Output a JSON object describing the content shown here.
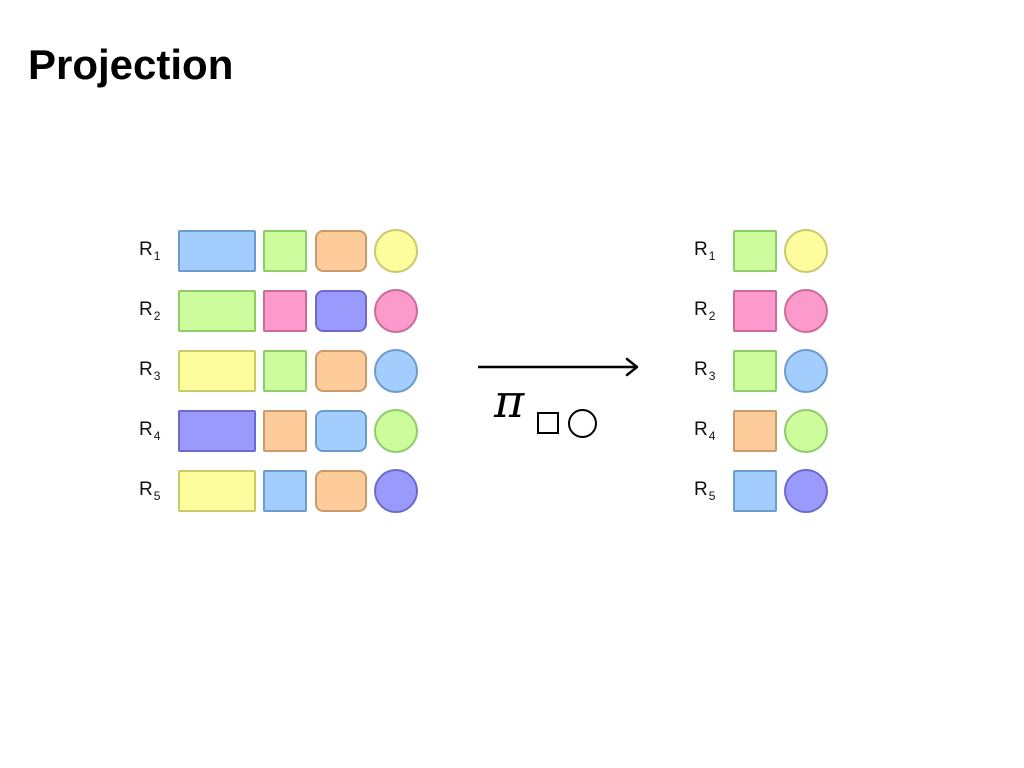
{
  "title": "Projection",
  "colors": {
    "blue": {
      "fill": "#a3cdfc",
      "border": "#6c9bcc"
    },
    "green": {
      "fill": "#ccfc9c",
      "border": "#8fca6b"
    },
    "orange": {
      "fill": "#fdcc9a",
      "border": "#c99a6c"
    },
    "yellow": {
      "fill": "#fdfd9e",
      "border": "#c9c96b"
    },
    "pink": {
      "fill": "#fd9acc",
      "border": "#cc6b9a"
    },
    "purple": {
      "fill": "#9a9afd",
      "border": "#6c6bcc"
    }
  },
  "input_relation": {
    "rows": [
      {
        "label": "R",
        "sub": "1",
        "cells": [
          "blue",
          "green",
          "orange",
          "yellow"
        ]
      },
      {
        "label": "R",
        "sub": "2",
        "cells": [
          "green",
          "pink",
          "purple",
          "pink"
        ]
      },
      {
        "label": "R",
        "sub": "3",
        "cells": [
          "yellow",
          "green",
          "orange",
          "blue"
        ]
      },
      {
        "label": "R",
        "sub": "4",
        "cells": [
          "purple",
          "orange",
          "blue",
          "green"
        ]
      },
      {
        "label": "R",
        "sub": "5",
        "cells": [
          "yellow",
          "blue",
          "orange",
          "purple"
        ]
      }
    ]
  },
  "output_relation": {
    "rows": [
      {
        "label": "R",
        "sub": "1",
        "cells": [
          "green",
          "yellow"
        ]
      },
      {
        "label": "R",
        "sub": "2",
        "cells": [
          "pink",
          "pink"
        ]
      },
      {
        "label": "R",
        "sub": "3",
        "cells": [
          "green",
          "blue"
        ]
      },
      {
        "label": "R",
        "sub": "4",
        "cells": [
          "orange",
          "green"
        ]
      },
      {
        "label": "R",
        "sub": "5",
        "cells": [
          "blue",
          "purple"
        ]
      }
    ]
  },
  "operator": {
    "symbol": "π",
    "subscript_icons": [
      "square-icon",
      "circle-icon"
    ]
  }
}
